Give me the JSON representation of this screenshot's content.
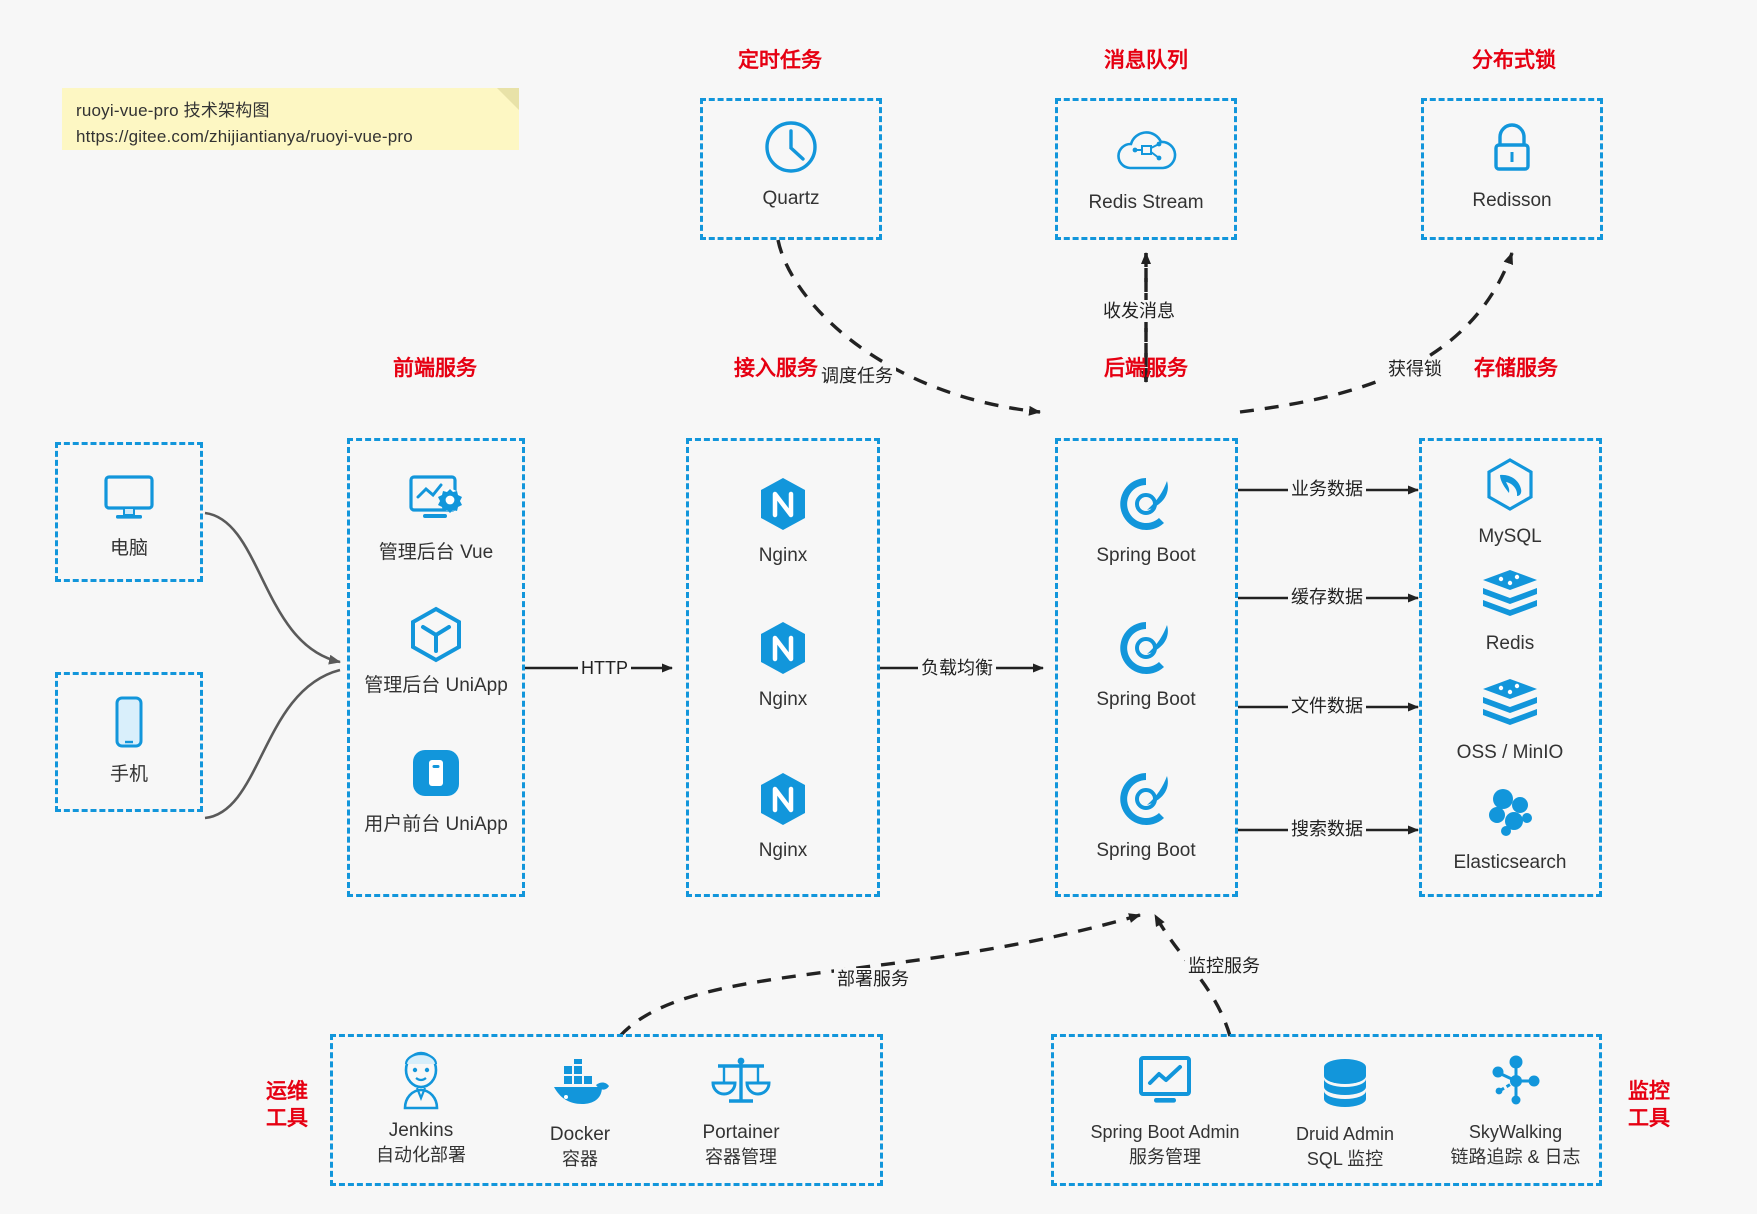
{
  "note": {
    "line1": "ruoyi-vue-pro 技术架构图",
    "line2": "https://gitee.com/zhijiantianya/ruoyi-vue-pro"
  },
  "colors": {
    "accent": "#1296db",
    "title": "#e60012",
    "background": "#f7f7f7",
    "note_bg": "#fdf7c3",
    "edge": "#222222",
    "soft_edge": "#555555"
  },
  "groups": {
    "scheduled_task": {
      "title": "定时任务",
      "nodes": [
        {
          "label": "Quartz",
          "icon": "clock-icon"
        }
      ]
    },
    "message_queue": {
      "title": "消息队列",
      "nodes": [
        {
          "label": "Redis Stream",
          "icon": "cloud-node-icon"
        }
      ]
    },
    "distributed_lock": {
      "title": "分布式锁",
      "nodes": [
        {
          "label": "Redisson",
          "icon": "lock-icon"
        }
      ]
    },
    "clients": {
      "nodes": [
        {
          "label": "电脑",
          "icon": "desktop-icon"
        },
        {
          "label": "手机",
          "icon": "mobile-icon"
        }
      ]
    },
    "frontend": {
      "title": "前端服务",
      "nodes": [
        {
          "label": "管理后台 Vue",
          "icon": "dashboard-gear-icon"
        },
        {
          "label": "管理后台 UniApp",
          "icon": "cube-icon"
        },
        {
          "label": "用户前台 UniApp",
          "icon": "phone-app-icon"
        }
      ]
    },
    "gateway": {
      "title": "接入服务",
      "nodes": [
        {
          "label": "Nginx",
          "icon": "nginx-icon"
        },
        {
          "label": "Nginx",
          "icon": "nginx-icon"
        },
        {
          "label": "Nginx",
          "icon": "nginx-icon"
        }
      ]
    },
    "backend": {
      "title": "后端服务",
      "nodes": [
        {
          "label": "Spring Boot",
          "icon": "spring-leaf-icon"
        },
        {
          "label": "Spring Boot",
          "icon": "spring-leaf-icon"
        },
        {
          "label": "Spring Boot",
          "icon": "spring-leaf-icon"
        }
      ]
    },
    "storage": {
      "title": "存储服务",
      "nodes": [
        {
          "label": "MySQL",
          "icon": "mysql-dolphin-icon"
        },
        {
          "label": "Redis",
          "icon": "redis-stack-icon"
        },
        {
          "label": "OSS / MinIO",
          "icon": "redis-stack-icon"
        },
        {
          "label": "Elasticsearch",
          "icon": "elasticsearch-icon"
        }
      ]
    },
    "devops": {
      "title": "运维\n工具",
      "title_line1": "运维",
      "title_line2": "工具",
      "nodes": [
        {
          "label": "Jenkins",
          "sub": "自动化部署",
          "icon": "jenkins-butler-icon"
        },
        {
          "label": "Docker",
          "sub": "容器",
          "icon": "docker-whale-icon"
        },
        {
          "label": "Portainer",
          "sub": "容器管理",
          "icon": "scales-icon"
        }
      ]
    },
    "monitoring": {
      "title_line1": "监控",
      "title_line2": "工具",
      "nodes": [
        {
          "label": "Spring Boot Admin",
          "sub": "服务管理",
          "icon": "monitor-chart-icon"
        },
        {
          "label": "Druid Admin",
          "sub": "SQL 监控",
          "icon": "database-icon"
        },
        {
          "label": "SkyWalking",
          "sub": "链路追踪 & 日志",
          "icon": "skywalking-node-icon"
        }
      ]
    }
  },
  "edges": [
    {
      "id": "schedule-task",
      "label": "调度任务"
    },
    {
      "id": "send-receive-message",
      "label": "收发消息"
    },
    {
      "id": "acquire-lock",
      "label": "获得锁"
    },
    {
      "id": "http",
      "label": "HTTP"
    },
    {
      "id": "load-balance",
      "label": "负载均衡"
    },
    {
      "id": "business-data",
      "label": "业务数据"
    },
    {
      "id": "cache-data",
      "label": "缓存数据"
    },
    {
      "id": "file-data",
      "label": "文件数据"
    },
    {
      "id": "search-data",
      "label": "搜索数据"
    },
    {
      "id": "deploy-service",
      "label": "部署服务"
    },
    {
      "id": "monitor-service",
      "label": "监控服务"
    }
  ]
}
